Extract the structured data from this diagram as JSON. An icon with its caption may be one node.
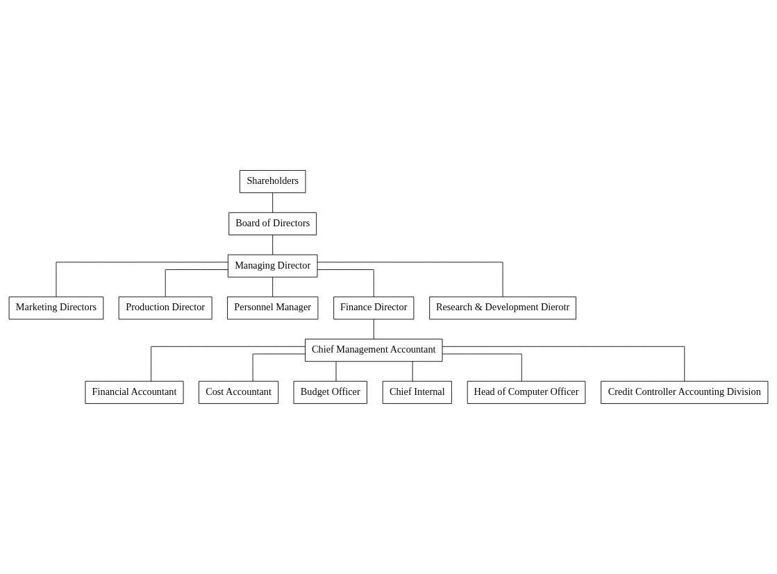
{
  "diagram": {
    "nodes": [
      {
        "text": [
          "Shareholders"
        ]
      },
      {
        "text": [
          "Board of Directors"
        ]
      },
      {
        "text": [
          "Managing Director"
        ]
      },
      {
        "text": [
          "Marketing Directors"
        ]
      },
      {
        "text": [
          "Production Director"
        ]
      },
      {
        "text": [
          "Personnel Manager"
        ]
      },
      {
        "text": [
          "Finance Director"
        ]
      },
      {
        "text": [
          "Research & Development Dierotr"
        ]
      },
      {
        "text": [
          "Chief Management Accountant"
        ]
      },
      {
        "text": [
          "Financial Accountant"
        ]
      },
      {
        "text": [
          "Cost Accountant"
        ]
      },
      {
        "text": [
          "Budget Officer"
        ]
      },
      {
        "text": [
          "Chief Internal"
        ]
      },
      {
        "text": [
          "Head of Computer Officer"
        ]
      },
      {
        "text": [
          "Credit Controller Accounting Division"
        ]
      }
    ],
    "edges": [
      {
        "from": 0,
        "to": 1,
        "arrow": "none"
      },
      {
        "from": 1,
        "to": 2,
        "arrow": "none"
      },
      {
        "from": 2,
        "to": 3,
        "arrow": "none"
      },
      {
        "from": 2,
        "to": 4,
        "arrow": "none"
      },
      {
        "from": 2,
        "to": 5,
        "arrow": "none"
      },
      {
        "from": 2,
        "to": 6,
        "arrow": "none"
      },
      {
        "from": 2,
        "to": 7,
        "arrow": "none"
      },
      {
        "from": 6,
        "to": 8,
        "arrow": "none"
      },
      {
        "from": 8,
        "to": 9,
        "arrow": "none"
      },
      {
        "from": 8,
        "to": 10,
        "arrow": "none"
      },
      {
        "from": 8,
        "to": 11,
        "arrow": "none"
      },
      {
        "from": 8,
        "to": 12,
        "arrow": "none"
      },
      {
        "from": 8,
        "to": 13,
        "arrow": "none"
      },
      {
        "from": 8,
        "to": 14,
        "arrow": "none"
      }
    ]
  }
}
